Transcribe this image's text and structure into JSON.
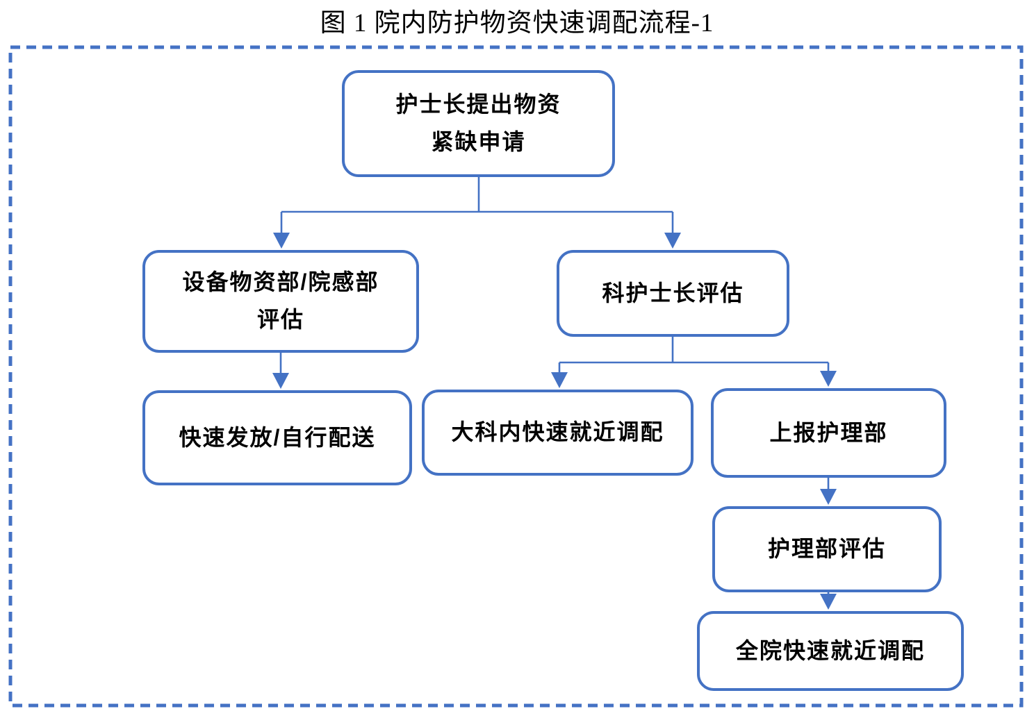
{
  "title": "图 1 院内防护物资快速调配流程-1",
  "colors": {
    "accent": "#4472C4",
    "node_border": "#4472C4",
    "node_fill": "#FFFFFF",
    "text": "#000000",
    "background": "#FFFFFF"
  },
  "flowchart": {
    "nodes": [
      {
        "id": "request",
        "lines": [
          "护士长提出物资",
          "紧缺申请"
        ]
      },
      {
        "id": "equipment-eval",
        "lines": [
          "设备物资部/院感部",
          "评估"
        ]
      },
      {
        "id": "head-nurse-eval",
        "lines": [
          "科护士长评估"
        ]
      },
      {
        "id": "quick-dispatch",
        "lines": [
          "快速发放/自行配送"
        ]
      },
      {
        "id": "dept-allocation",
        "lines": [
          "大科内快速就近调配"
        ]
      },
      {
        "id": "report-nursing",
        "lines": [
          "上报护理部"
        ]
      },
      {
        "id": "nursing-eval",
        "lines": [
          "护理部评估"
        ]
      },
      {
        "id": "hospital-allocation",
        "lines": [
          "全院快速就近调配"
        ]
      }
    ],
    "edges": [
      {
        "from": "request",
        "to": "equipment-eval"
      },
      {
        "from": "request",
        "to": "head-nurse-eval"
      },
      {
        "from": "equipment-eval",
        "to": "quick-dispatch"
      },
      {
        "from": "head-nurse-eval",
        "to": "dept-allocation"
      },
      {
        "from": "head-nurse-eval",
        "to": "report-nursing"
      },
      {
        "from": "report-nursing",
        "to": "nursing-eval"
      },
      {
        "from": "nursing-eval",
        "to": "hospital-allocation"
      }
    ]
  }
}
